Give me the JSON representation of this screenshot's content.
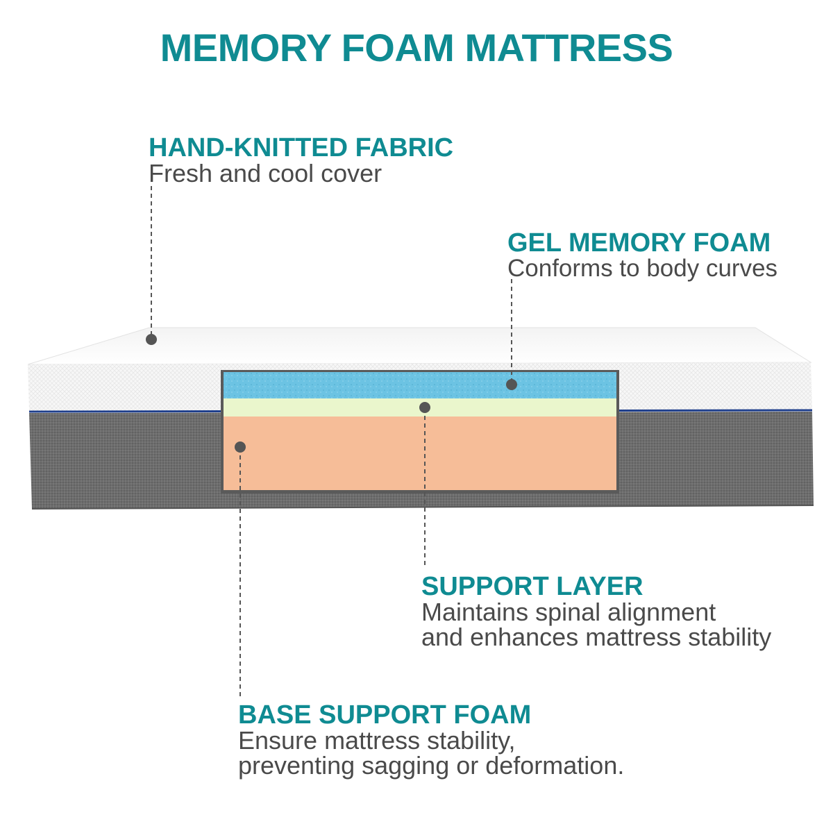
{
  "title": "MEMORY FOAM MATTRESS",
  "colors": {
    "accent": "#0f8b92",
    "text": "#4a4a4a",
    "cover": "#f7f7f7",
    "base_fabric": "#6d6d6d",
    "gel_layer": "#6cc3e3",
    "transition_layer": "#eaf6cc",
    "support_layer": "#f6bd98",
    "piping": "#1f3f8c"
  },
  "callouts": {
    "fabric": {
      "heading": "HAND-KNITTED FABRIC",
      "desc": [
        "Fresh and cool cover"
      ]
    },
    "gel": {
      "heading": "GEL MEMORY FOAM",
      "desc": [
        "Conforms to body curves"
      ]
    },
    "support": {
      "heading": "SUPPORT LAYER",
      "desc": [
        "Maintains spinal alignment",
        "and enhances mattress stability"
      ]
    },
    "base": {
      "heading": "BASE SUPPORT FOAM",
      "desc": [
        "Ensure mattress stability,",
        "preventing sagging or deformation."
      ]
    }
  }
}
